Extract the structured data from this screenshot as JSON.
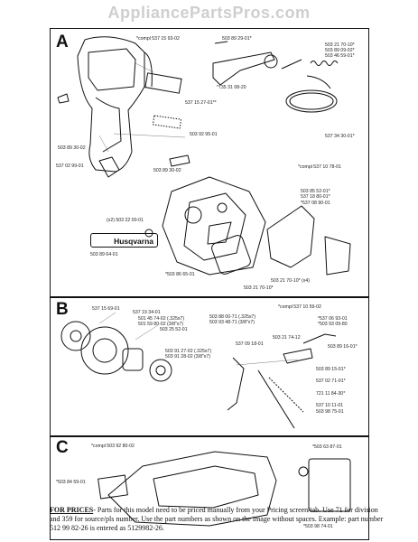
{
  "watermark": "AppliancePartsPros.com",
  "sections": [
    {
      "letter": "A"
    },
    {
      "letter": "B"
    },
    {
      "letter": "C"
    }
  ],
  "brand_logo_text": "Husqvarna",
  "labels_a": [
    "*compl 537 15 93-02",
    "503 89 29-01*",
    "503 21 70-10*",
    "503 89 09-02*",
    "503 46 59-01*",
    "*735 31 08-20",
    "537 15 27-01**",
    "537 34 30-01*",
    "503 92 95-01",
    "503 89 30-02",
    "537 02 99-01",
    "503 89 30-02",
    "*compl 537 10 78-01",
    "503 85 52-01*",
    "537 18 80-01*",
    "*537 08 90-01",
    "(x2) 503 22 00-01",
    "503 89 64-01",
    "*503 86 65-01",
    "503 21 70-10* (x4)",
    "503 21 70-10*"
  ],
  "labels_b": [
    "537 15 69-01",
    "537 19 34-01",
    "501 45 74-02 (.325x7)",
    "501 59 80-02 (3/8\"x7)",
    "503 25 52-01",
    "503 88 00-71 (.325x7)",
    "503 93 48-71 (3/8\"x7)",
    "*compl 537 10 59-02",
    "*537 06 93-01",
    "*503 93 09-80",
    "503 21 74-12",
    "503 89 16-01*",
    "537 09 18-01",
    "503 91 27-02 (.325x7)",
    "503 91 28-02 (3/8\"x7)",
    "503 89 15-01*",
    "537 02 71-01*",
    "721 11 84-30*",
    "537 10 11-01",
    "503 98 75-01"
  ],
  "labels_c": [
    "*compl 503 92 80-02",
    "*503 63 87-01",
    "*503 84 59-01",
    "*503 98 74-01"
  ],
  "footer": {
    "lead": "FOR PRICES",
    "text": "- Parts for this model need to be priced manually from your Pricing screen/tab. Use 71 for division and 359 for source/pls number.  Use the part numbers as shown on the image without spaces. Example: part number 512 99 82-26 is entered as 5129982-26."
  }
}
